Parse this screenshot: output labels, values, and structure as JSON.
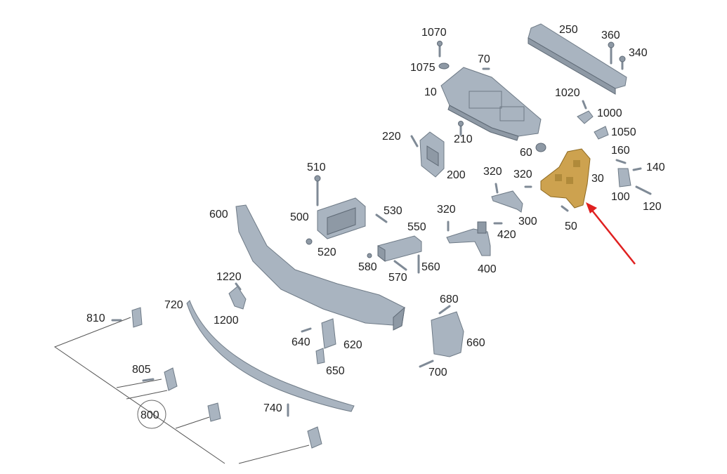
{
  "labels": {
    "p1070": "1070",
    "p1075": "1075",
    "p70": "70",
    "p10": "10",
    "p250": "250",
    "p360": "360",
    "p340": "340",
    "p1020": "1020",
    "p1000": "1000",
    "p1050": "1050",
    "p220": "220",
    "p210": "210",
    "p60": "60",
    "p200": "200",
    "p160": "160",
    "p140": "140",
    "p30": "30",
    "p100": "100",
    "p120": "120",
    "p510": "510",
    "p320a": "320",
    "p320b": "320",
    "p320c": "320",
    "p500": "500",
    "p530": "530",
    "p520": "520",
    "p300": "300",
    "p50": "50",
    "p550": "550",
    "p420": "420",
    "p600": "600",
    "p580": "580",
    "p560": "560",
    "p570": "570",
    "p400": "400",
    "p1220": "1220",
    "p1200": "1200",
    "p720": "720",
    "p810": "810",
    "p680": "680",
    "p660": "660",
    "p640": "640",
    "p620": "620",
    "p650": "650",
    "p700": "700",
    "p805": "805",
    "p740": "740",
    "p800": "800"
  },
  "highlight": {
    "part": "30",
    "color": "#cda24f",
    "arrow_color": "#e02020"
  }
}
